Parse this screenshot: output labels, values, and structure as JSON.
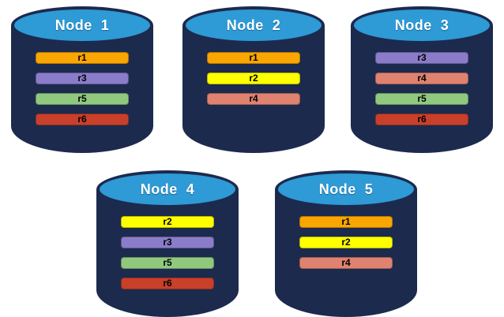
{
  "diagram": {
    "background_color": "#FFFFFF",
    "cylinder_body_color": "#1C2A4E",
    "cylinder_top_color": "#2E9AD6",
    "cylinder_outline_color": "#1C2A4E",
    "replica_colors": {
      "r1": "#F9A602",
      "r2": "#FFFF00",
      "r3": "#8A7CC8",
      "r4": "#DF826F",
      "r5": "#90C97E",
      "r6": "#C8402A"
    },
    "nodes": [
      {
        "label": "Node  1",
        "replicas": [
          "r1",
          "r3",
          "r5",
          "r6"
        ]
      },
      {
        "label": "Node  2",
        "replicas": [
          "r1",
          "r2",
          "r4"
        ]
      },
      {
        "label": "Node  3",
        "replicas": [
          "r3",
          "r4",
          "r5",
          "r6"
        ]
      },
      {
        "label": "Node  4",
        "replicas": [
          "r2",
          "r3",
          "r5",
          "r6"
        ]
      },
      {
        "label": "Node  5",
        "replicas": [
          "r1",
          "r2",
          "r4"
        ]
      }
    ]
  }
}
